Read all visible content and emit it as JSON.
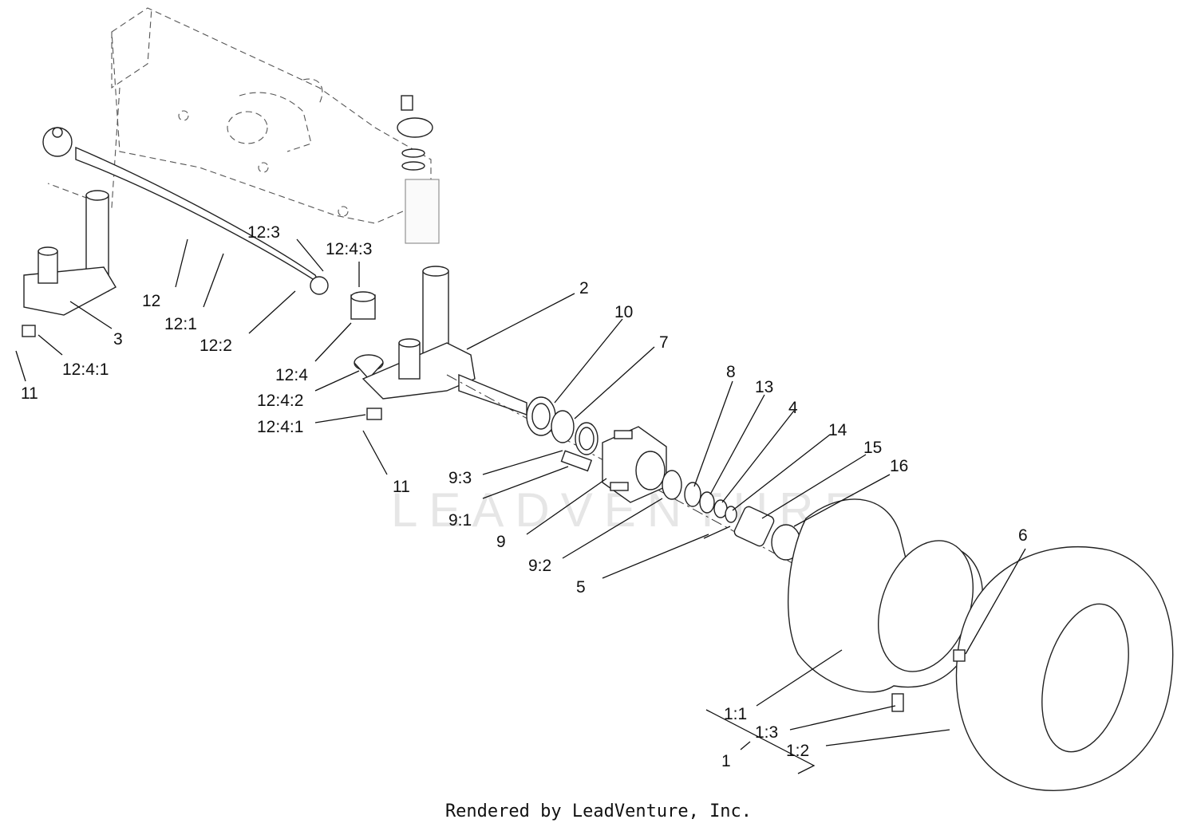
{
  "footer": "Rendered by LeadVenture, Inc.",
  "watermark": "LEADVENTURE",
  "labels": {
    "l1": "1",
    "l1_1": "1:1",
    "l1_2": "1:2",
    "l1_3": "1:3",
    "l2": "2",
    "l3": "3",
    "l4": "4",
    "l5": "5",
    "l6": "6",
    "l7": "7",
    "l8": "8",
    "l9": "9",
    "l9_1": "9:1",
    "l9_2": "9:2",
    "l9_3": "9:3",
    "l10": "10",
    "l11a": "11",
    "l11b": "11",
    "l12": "12",
    "l12_1": "12:1",
    "l12_2": "12:2",
    "l12_3": "12:3",
    "l12_4": "12:4",
    "l12_4_1a": "12:4:1",
    "l12_4_1b": "12:4:1",
    "l12_4_2": "12:4:2",
    "l12_4_3": "12:4:3",
    "l13": "13",
    "l14": "14",
    "l15": "15",
    "l16": "16"
  }
}
